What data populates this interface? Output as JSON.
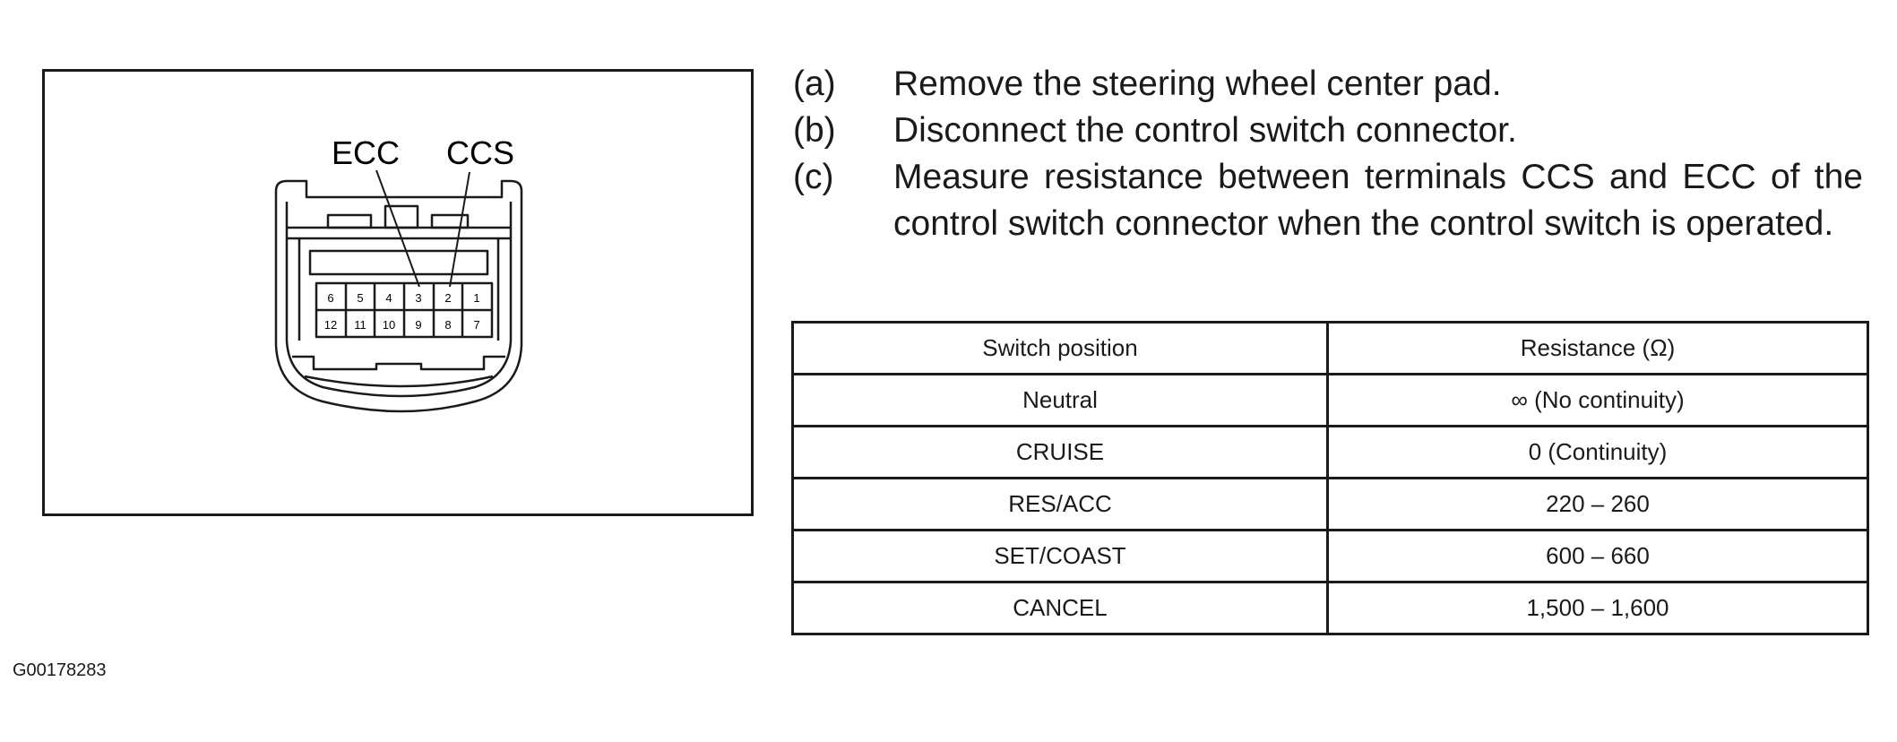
{
  "figure": {
    "labels": {
      "ecc": "ECC",
      "ccs": "CCS"
    },
    "connector_pins_top": [
      "6",
      "5",
      "4",
      "3",
      "2",
      "1"
    ],
    "connector_pins_bottom": [
      "12",
      "11",
      "10",
      "9",
      "8",
      "7"
    ],
    "figure_id": "G00178283"
  },
  "steps": [
    {
      "letter": "(a)",
      "text": "Remove the steering wheel center pad."
    },
    {
      "letter": "(b)",
      "text": "Disconnect the control switch connector."
    },
    {
      "letter": "(c)",
      "text": "Measure resistance between terminals CCS and ECC of the control switch connector when the control switch is operated."
    }
  ],
  "table": {
    "headers": [
      "Switch position",
      "Resistance (Ω)"
    ],
    "rows": [
      [
        "Neutral",
        "∞ (No continuity)"
      ],
      [
        "CRUISE",
        "0 (Continuity)"
      ],
      [
        "RES/ACC",
        "220 – 260"
      ],
      [
        "SET/COAST",
        "600 – 660"
      ],
      [
        "CANCEL",
        "1,500 – 1,600"
      ]
    ]
  }
}
